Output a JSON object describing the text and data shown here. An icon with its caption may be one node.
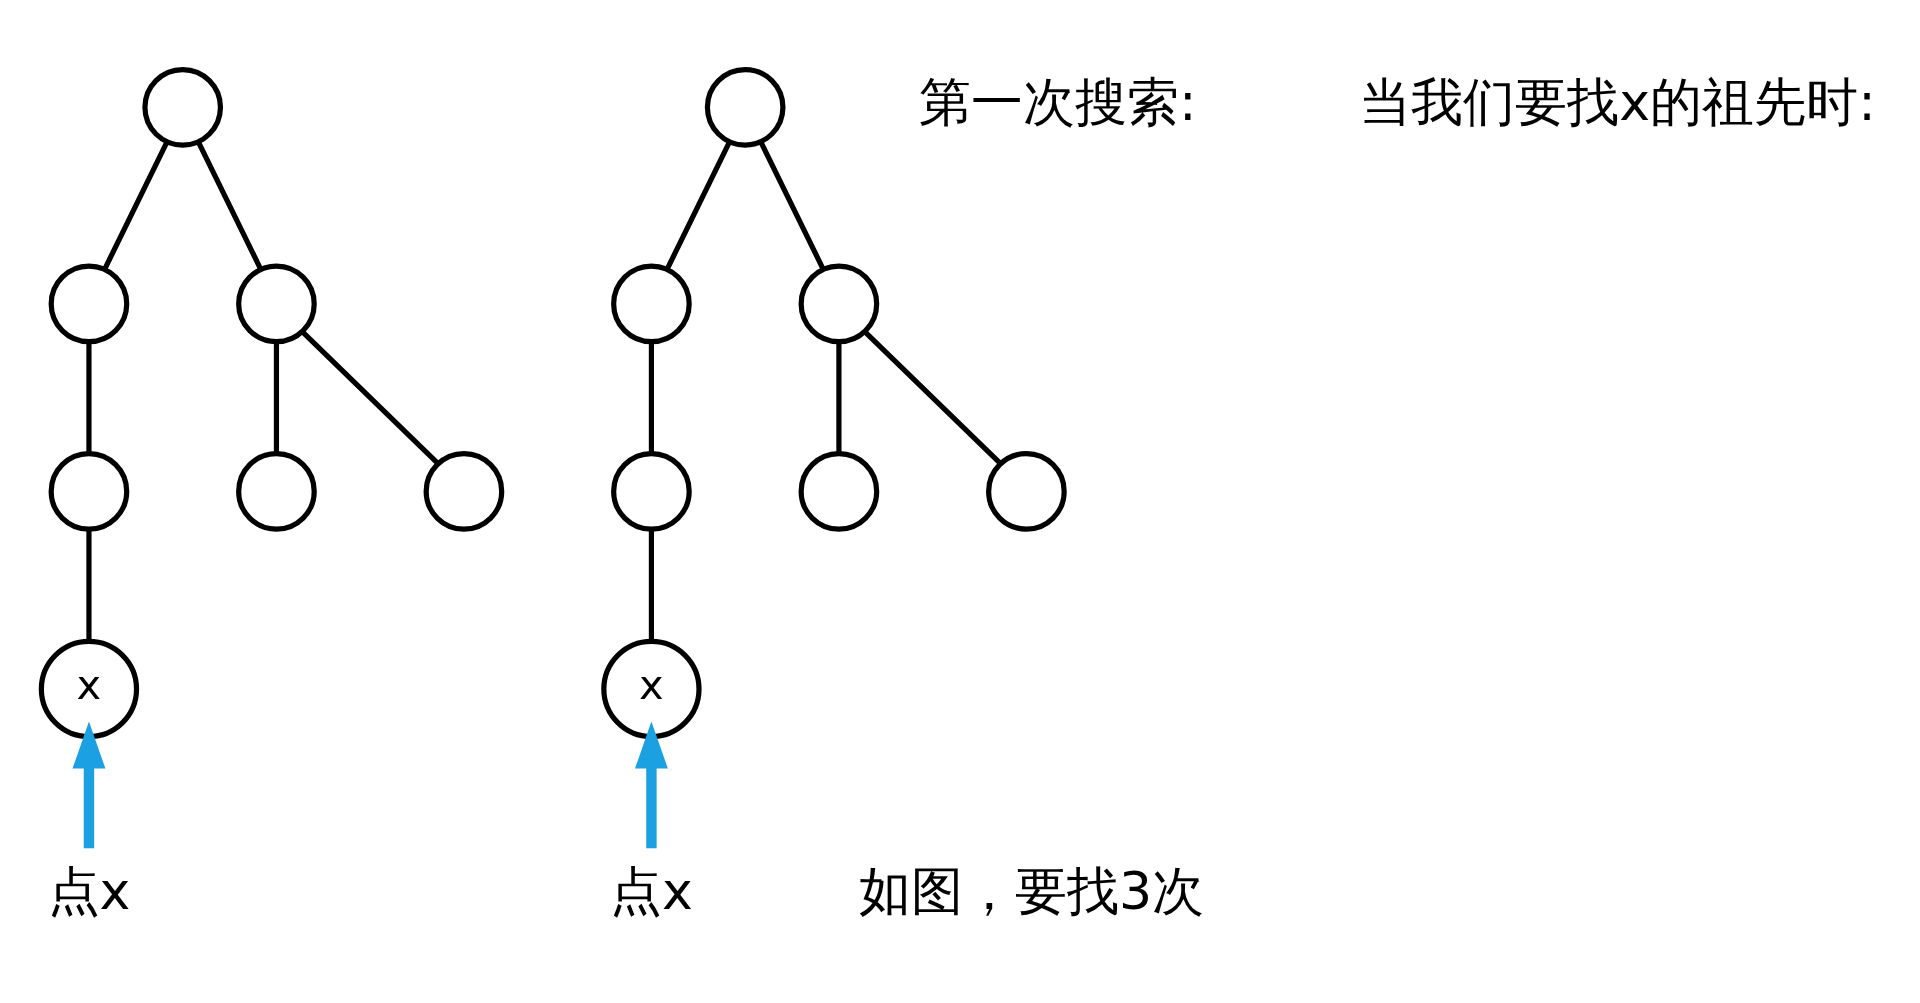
{
  "diagram": {
    "nodes": [
      {
        "text": [],
        "shape": "circle"
      },
      {
        "text": [],
        "shape": "circle"
      },
      {
        "text": [],
        "shape": "circle"
      },
      {
        "text": [],
        "shape": "circle"
      },
      {
        "text": [],
        "shape": "circle"
      },
      {
        "text": [],
        "shape": "circle"
      },
      {
        "text": [
          "x"
        ]
      },
      {
        "text": [
          "点x"
        ]
      },
      {
        "text": [],
        "shape": "circle"
      },
      {
        "text": [],
        "shape": "circle"
      },
      {
        "text": [],
        "shape": "circle"
      },
      {
        "text": [],
        "shape": "circle"
      },
      {
        "text": [],
        "shape": "circle"
      },
      {
        "text": [],
        "shape": "circle"
      },
      {
        "text": [
          "x"
        ]
      },
      {
        "text": [
          "点x"
        ]
      }
    ],
    "edges": [
      {
        "from": 0,
        "to": 1,
        "arrow": "none"
      },
      {
        "from": 0,
        "to": 2,
        "arrow": "none"
      },
      {
        "from": 1,
        "to": 3,
        "arrow": "none"
      },
      {
        "from": 2,
        "to": 4,
        "arrow": "none"
      },
      {
        "from": 2,
        "to": 5,
        "arrow": "none"
      },
      {
        "from": 3,
        "to": 6,
        "arrow": "none"
      },
      {
        "from": 7,
        "to": 6,
        "arrow": "to",
        "style": "thick",
        "color": "#1ba1e2"
      },
      {
        "from": 8,
        "to": 9,
        "arrow": "none"
      },
      {
        "from": 8,
        "to": 10,
        "arrow": "none"
      },
      {
        "from": 9,
        "to": 11,
        "arrow": "none"
      },
      {
        "from": 10,
        "to": 12,
        "arrow": "none"
      },
      {
        "from": 10,
        "to": 13,
        "arrow": "none"
      },
      {
        "from": 11,
        "to": 14,
        "arrow": "none"
      },
      {
        "from": 15,
        "to": 14,
        "arrow": "to",
        "style": "thick",
        "color": "#1ba1e2"
      }
    ],
    "labels": [
      "第一次搜索:",
      "当我们要找x的祖先时:",
      "如图，要找3次"
    ]
  }
}
